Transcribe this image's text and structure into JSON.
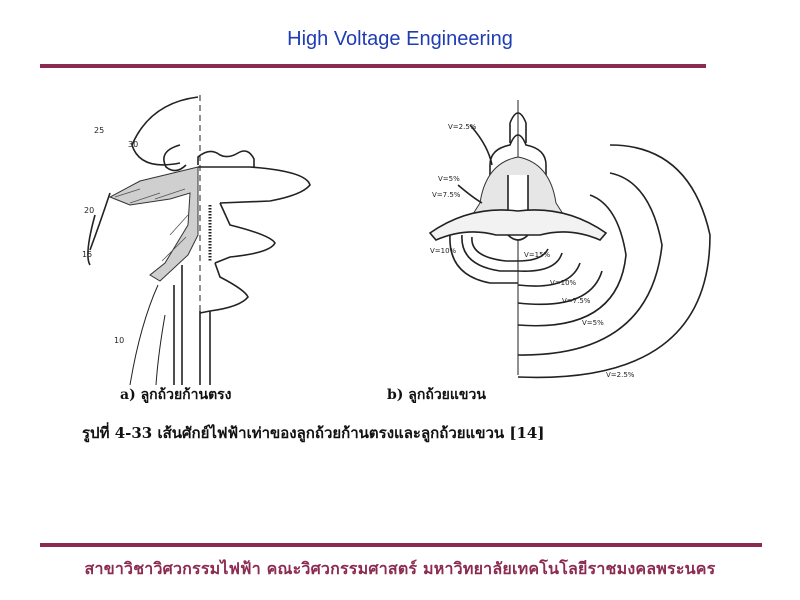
{
  "header": {
    "title": "High Voltage Engineering"
  },
  "figure": {
    "caption_a": "a) ลูกถ้วยก้านตรง",
    "caption_b": "b) ลูกถ้วยแขวน",
    "title": "รูปที่ 4-33  เส้นศักย์ไฟฟ้าเท่าของลูกถ้วยก้านตรงและลูกถ้วยแขวน [14]",
    "labels_a": [
      "25",
      "30",
      "20",
      "15",
      "10"
    ],
    "labels_b": [
      "V=2.5%",
      "V=5%",
      "V=7.5%",
      "V=10%",
      "V=15%",
      "V=10%",
      "V=7.5%",
      "V=5%",
      "V=2.5%"
    ]
  },
  "footer": {
    "text": "สาขาวิชาวิศวกรรมไฟฟ้า  คณะวิศวกรรมศาสตร์  มหาวิทยาลัยเทคโนโลยีราชมงคลพระนคร"
  },
  "colors": {
    "accent_rule": "#8c2b52",
    "title_blue": "#1f3cb4",
    "footer_text": "#8c2b52"
  }
}
